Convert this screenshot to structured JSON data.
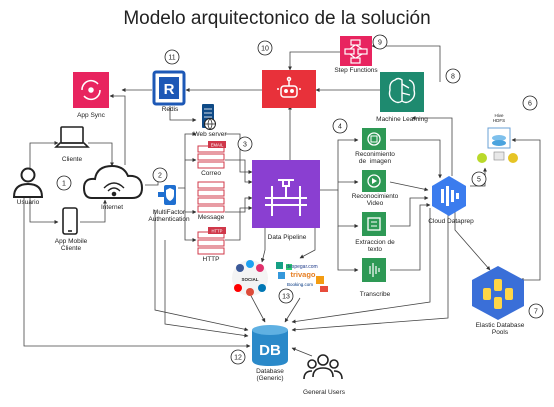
{
  "title": "Modelo arquitectonico de la solución",
  "nodes": {
    "usuario": "Usuario",
    "cliente": "Cliente",
    "app_mobile": "App Mobile\nCliente",
    "internet": "Internet",
    "app_sync": "App Sync",
    "redis": "Redis",
    "mfa": "MultiFactor\nAuthentication",
    "web_server": "Web server",
    "correo": "Correo",
    "message": "Message",
    "http": "HTTP",
    "email_tag": "EMAIL",
    "http_tag": "HTTP",
    "data_pipeline": "Data Pipeline",
    "step_functions": "Step Functions",
    "machine_learning": "Machine Learning",
    "reconocimiento_imagen": "Reconimiento\nde  imagen",
    "reconocimiento_video": "Reconocimiento\nVideo",
    "extraccion_texto": "Extraccion de\ntexto",
    "transcribe": "Transcribe",
    "cloud_dataprep": "Cloud Dataprep",
    "hive_hdfs": "Hive\nHDFS",
    "elastic_db": "Elastic Database\nPools",
    "database": "Database\n(Generic)",
    "db_glyph": "DB",
    "redis_glyph": "R",
    "general_users": "General Users",
    "social_logos": "SOCIAL",
    "travel_logos": [
      "despegar.com",
      "trivago",
      "Booking.com"
    ]
  },
  "step_numbers": [
    "1",
    "2",
    "3",
    "4",
    "5",
    "6",
    "7",
    "8",
    "9",
    "10",
    "11",
    "12",
    "13"
  ],
  "colors": {
    "app_sync": "#e8245f",
    "redis_frame": "#1d58b6",
    "robot": "#e8313a",
    "ml": "#1e8a6f",
    "step_fn": "#e8245f",
    "pipeline": "#8a3fd1",
    "rekognition": "#2e9955",
    "cloud_dataprep": "#3b7cee",
    "elastic": "#3a6fd8",
    "database": "#2a89c9",
    "channel": "#d0384a"
  }
}
